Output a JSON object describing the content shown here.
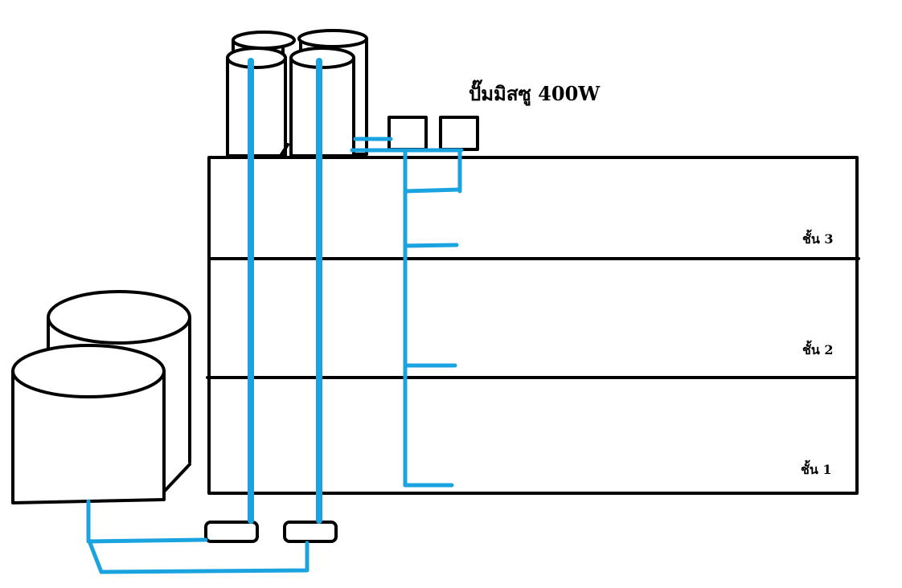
{
  "labels": {
    "pump": "ปั๊มมิสซู 400W",
    "floor3": "ชั้น 3",
    "floor2": "ชั้น 2",
    "floor1": "ชั้น 1"
  },
  "colors": {
    "pipe": "#1aa3df",
    "outline": "#000000",
    "background": "#ffffff"
  }
}
